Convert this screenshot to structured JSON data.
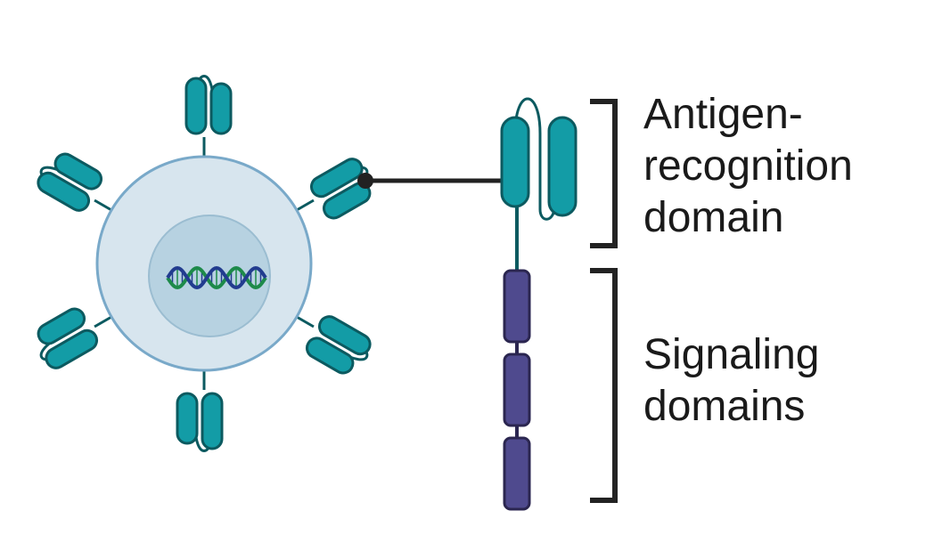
{
  "labels": {
    "antigen_recognition": [
      "Antigen-",
      "recognition",
      "domain"
    ],
    "signaling": [
      "Signaling",
      "domains"
    ]
  },
  "colors": {
    "domain_teal": "#139ca6",
    "teal_outline": "#0c5a60",
    "signaling_purple": "#4f4a8e",
    "purple_outline": "#2b2650",
    "cell_fill": "#d7e5ee",
    "cell_outline": "#79a9c9",
    "nucleus_fill": "#b7d2e1",
    "nucleus_outline": "#9bbdd1",
    "bracket": "#222222",
    "pointer": "#222222",
    "dna_green": "#1d8a4a",
    "dna_blue": "#223c8f"
  },
  "icons": [
    "cell",
    "nucleus",
    "dna-helix-icon",
    "receptor",
    "bracket"
  ],
  "signaling_domain_count": 3,
  "receptor_count_on_cell": 6
}
